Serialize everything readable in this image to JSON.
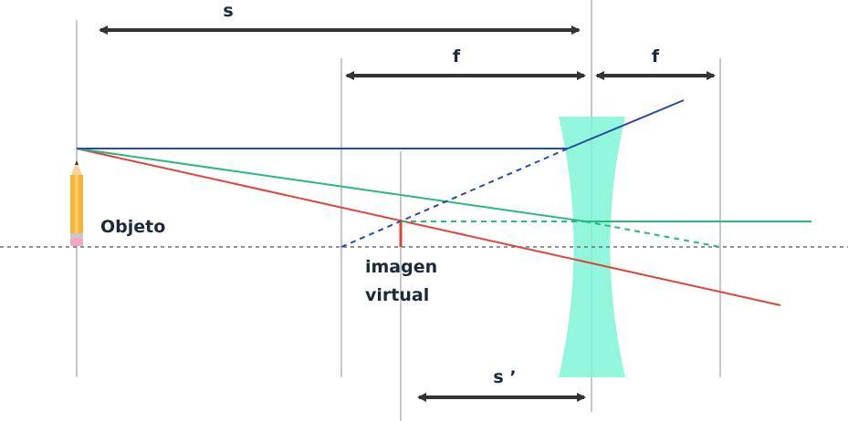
{
  "labels": {
    "s": "s",
    "f_left": "f",
    "f_right": "f",
    "object": "Objeto",
    "image_line1": "imagen",
    "image_line2": "virtual",
    "s_prime": "s ’"
  },
  "colors": {
    "background": "#ffffff",
    "guide_lines": "#c8c8c8",
    "axis_dash": "#6e6e6e",
    "arrow": "#333333",
    "lens_fill": "#7ff5d6",
    "ray_parallel": "#2b4ba3",
    "ray_focus": "#27b97e",
    "ray_center": "#e2423a",
    "image_arrow": "#e2423a",
    "pencil_body": "#f6b431",
    "pencil_eraser": "#f4a7c4",
    "label_text": "#1b2a3a"
  },
  "icons": {
    "object": "pencil-icon"
  }
}
